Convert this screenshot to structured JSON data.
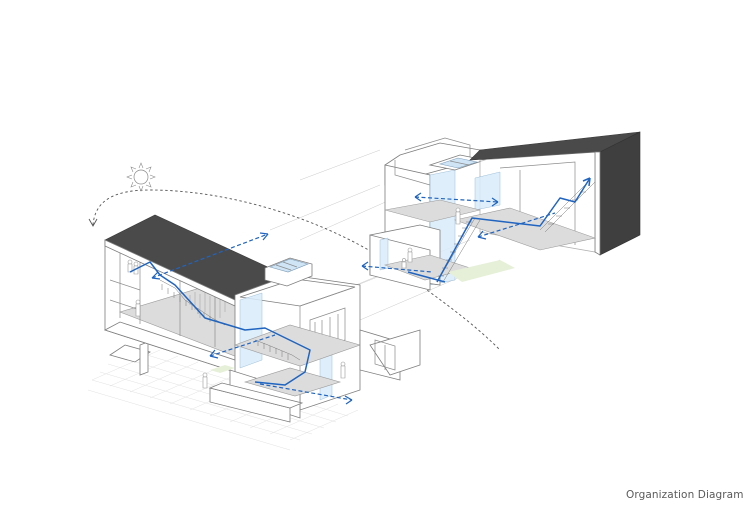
{
  "diagram": {
    "caption": "Organization Diagram",
    "type": "architectural axonometric section",
    "elements": {
      "sun_icon": "sun-icon",
      "sun_path": "dashed arc arrow indicating sun trajectory",
      "main_house": "exploded axonometric of lower house volume with pitched dark roof",
      "upper_house": "exploded axonometric of upper house volume with dark roof wrap",
      "circulation": "solid blue stair circulation lines",
      "views_ventilation": "dashed blue double-headed arrows indicating views / cross ventilation"
    },
    "colors": {
      "circulation_blue": "#1f64c0",
      "roof_dark": "#4a4a4a",
      "glass_blue": "#d9ecfa",
      "floor_grey": "#dcdcdc",
      "line_grey": "#8c8c8c",
      "caption_grey": "#5a5a5a",
      "landscape_green": "#e6f0d8"
    }
  }
}
